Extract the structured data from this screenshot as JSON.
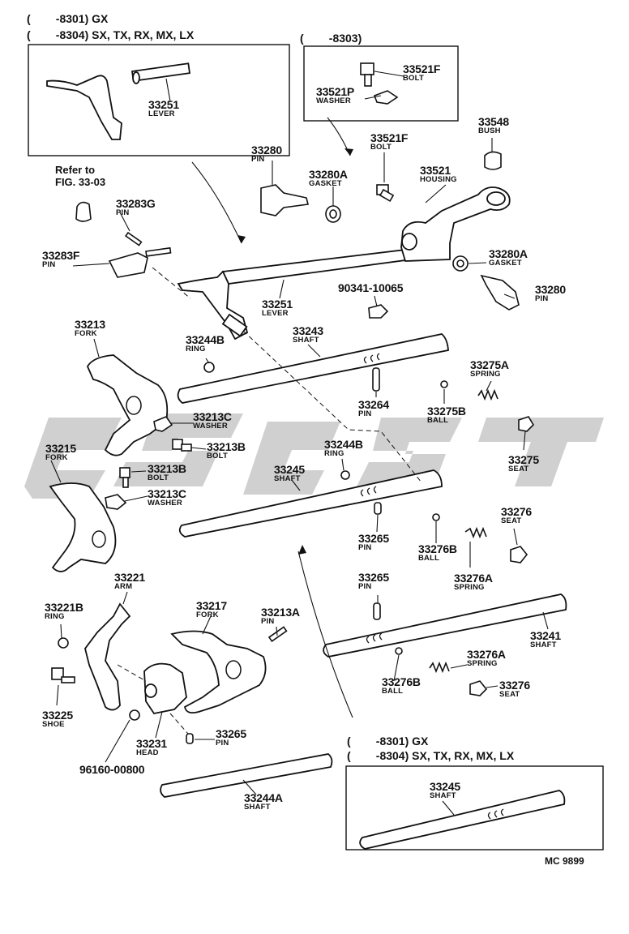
{
  "headers": {
    "top_left_line1": "(        -8301) GX",
    "top_left_line2": "(        -8304) SX, TX, RX, MX, LX",
    "top_box": "(        -8303)",
    "bottom_line1": "(        -8301) GX",
    "bottom_line2": "(        -8304) SX, TX, RX, MX, LX"
  },
  "refer": {
    "line1": "Refer to",
    "line2": "FIG. 33-03"
  },
  "labels": {
    "lever_top": {
      "num": "33251",
      "name": "LEVER"
    },
    "bolt_box": {
      "num": "33521F",
      "name": "BOLT"
    },
    "washer_box": {
      "num": "33521P",
      "name": "WASHER"
    },
    "bush": {
      "num": "33548",
      "name": "BUSH"
    },
    "pin_33280_top": {
      "num": "33280",
      "name": "PIN"
    },
    "gasket_top": {
      "num": "33280A",
      "name": "GASKET"
    },
    "bolt_mid": {
      "num": "33521F",
      "name": "BOLT"
    },
    "housing": {
      "num": "33521",
      "name": "HOUSING"
    },
    "pin_33283g": {
      "num": "33283G",
      "name": "PIN"
    },
    "pin_33283f": {
      "num": "33283F",
      "name": "PIN"
    },
    "gasket_right": {
      "num": "33280A",
      "name": "GASKET"
    },
    "plug": {
      "num": "90341-10065",
      "name": ""
    },
    "pin_33280_right": {
      "num": "33280",
      "name": "PIN"
    },
    "lever_mid": {
      "num": "33251",
      "name": "LEVER"
    },
    "fork_33213": {
      "num": "33213",
      "name": "FORK"
    },
    "ring_33244b_top": {
      "num": "33244B",
      "name": "RING"
    },
    "shaft_33243": {
      "num": "33243",
      "name": "SHAFT"
    },
    "spring_33275a": {
      "num": "33275A",
      "name": "SPRING"
    },
    "pin_33264": {
      "num": "33264",
      "name": "PIN"
    },
    "ball_33275b": {
      "num": "33275B",
      "name": "BALL"
    },
    "washer_33213c_top": {
      "num": "33213C",
      "name": "WASHER"
    },
    "bolt_33213b_top": {
      "num": "33213B",
      "name": "BOLT"
    },
    "seat_33275": {
      "num": "33275",
      "name": "SEAT"
    },
    "fork_33215": {
      "num": "33215",
      "name": "FORK"
    },
    "ring_33244b_mid": {
      "num": "33244B",
      "name": "RING"
    },
    "shaft_33245": {
      "num": "33245",
      "name": "SHAFT"
    },
    "bolt_33213b_mid": {
      "num": "33213B",
      "name": "BOLT"
    },
    "washer_33213c_mid": {
      "num": "33213C",
      "name": "WASHER"
    },
    "seat_33276_top": {
      "num": "33276",
      "name": "SEAT"
    },
    "pin_33265_top": {
      "num": "33265",
      "name": "PIN"
    },
    "ball_33276b_top": {
      "num": "33276B",
      "name": "BALL"
    },
    "spring_33276a_top": {
      "num": "33276A",
      "name": "SPRING"
    },
    "arm_33221": {
      "num": "33221",
      "name": "ARM"
    },
    "fork_33217": {
      "num": "33217",
      "name": "FORK"
    },
    "pin_33213a": {
      "num": "33213A",
      "name": "PIN"
    },
    "pin_33265_mid": {
      "num": "33265",
      "name": "PIN"
    },
    "ring_33221b": {
      "num": "33221B",
      "name": "RING"
    },
    "shaft_33241": {
      "num": "33241",
      "name": "SHAFT"
    },
    "spring_33276a_bot": {
      "num": "33276A",
      "name": "SPRING"
    },
    "ball_33276b_bot": {
      "num": "33276B",
      "name": "BALL"
    },
    "seat_33276_bot": {
      "num": "33276",
      "name": "SEAT"
    },
    "shoe_33225": {
      "num": "33225",
      "name": "SHOE"
    },
    "head_33231": {
      "num": "33231",
      "name": "HEAD"
    },
    "pin_33265_bot": {
      "num": "33265",
      "name": "PIN"
    },
    "ring_96160": {
      "num": "96160-00800",
      "name": ""
    },
    "shaft_33244a": {
      "num": "33244A",
      "name": "SHAFT"
    },
    "shaft_33245_box": {
      "num": "33245",
      "name": "SHAFT"
    }
  },
  "figure_code": "MC 9899",
  "colors": {
    "ink": "#111111",
    "watermark": "#c8c8c8"
  }
}
